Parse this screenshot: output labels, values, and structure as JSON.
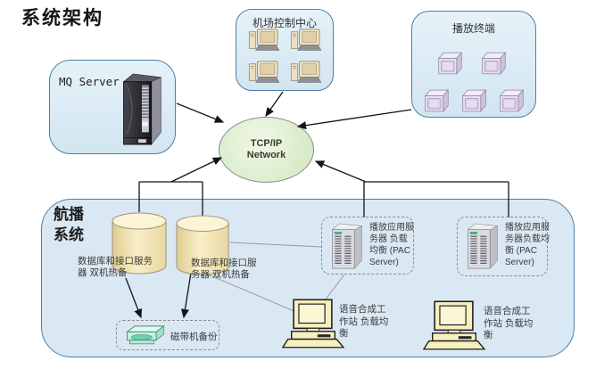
{
  "title": "系统架构",
  "nodes": {
    "mq_server": {
      "label": "MQ Server"
    },
    "airport_control_center": {
      "label": "机场控制中心",
      "pc_count": 4
    },
    "play_terminal": {
      "label": "播放终端",
      "monitor_count": 5
    },
    "tcpip_network": {
      "label": "TCP/IP Network"
    },
    "broadcast_system": {
      "label": "航播系统"
    },
    "db_interface_server_left": {
      "label": "数据库和接口服务器 双机热备"
    },
    "db_interface_server_right": {
      "label": "数据库和接口服务器 双机热备"
    },
    "tape_backup": {
      "label": "磁带机备份"
    },
    "pac_server_middle": {
      "label": "播放应用服务器 负载均衡 (PAC Server)"
    },
    "pac_server_right": {
      "label": "播放应用服务器负载均衡 (PAC Server)"
    },
    "tts_workstation_middle": {
      "label": "语音合成工作站 负载均衡"
    },
    "tts_workstation_right": {
      "label": "语音合成工作站 负载均衡"
    }
  },
  "colors": {
    "group_box_fill": "#dce9f4",
    "group_box_border": "#4d7fa6",
    "network_fill": "#d9ecc6",
    "cylinder_fill": "#f3e6b2",
    "tape_fill": "#c6f0df",
    "line_color": "#141414",
    "thin_line_color": "#9a9a9a",
    "label_color": "#3b3b3b"
  },
  "connectors": {
    "arrows": [
      [
        198,
        116,
        250,
        137
      ],
      [
        317,
        103,
        298,
        130
      ],
      [
        461,
        123,
        334,
        142
      ],
      [
        192,
        204,
        248,
        177
      ],
      [
        410,
        204,
        354,
        181
      ],
      [
        141,
        312,
        158,
        356
      ],
      [
        214,
        306,
        206,
        356
      ]
    ],
    "lines": [
      [
        156,
        204,
        156,
        238
      ],
      [
        227,
        204,
        227,
        242
      ],
      [
        156,
        204,
        227,
        204
      ],
      [
        408,
        204,
        408,
        244
      ],
      [
        570,
        204,
        570,
        244
      ],
      [
        408,
        204,
        570,
        204
      ]
    ],
    "gray_lines": [
      [
        258,
        272,
        360,
        277
      ],
      [
        219,
        302,
        332,
        350
      ],
      [
        386,
        308,
        364,
        337
      ]
    ]
  }
}
